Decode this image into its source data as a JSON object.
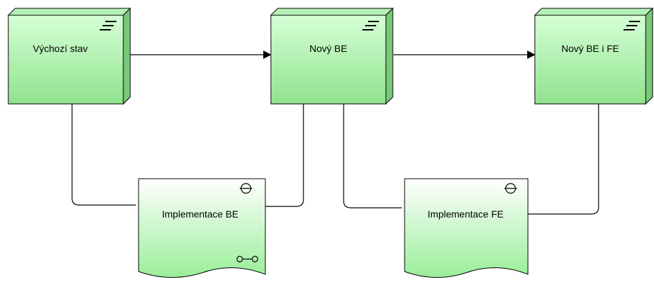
{
  "diagram": {
    "colors": {
      "plateau_fill_top": "#ccffcc",
      "plateau_fill_bottom": "#88e088",
      "plateau_side": "#6fc06f",
      "plateau_top_face": "#a8eca8",
      "work_package_fill_top": "#ffffff",
      "work_package_fill_bottom": "#99ee99",
      "stroke": "#000000",
      "connector": "#000000"
    },
    "plateaus": [
      {
        "id": "plateau-vychozi-stav",
        "label": "Výchozí stav",
        "icon": "plateau-icon"
      },
      {
        "id": "plateau-novy-be",
        "label": "Nový BE",
        "icon": "plateau-icon"
      },
      {
        "id": "plateau-novy-be-i-fe",
        "label": "Nový BE i FE",
        "icon": "plateau-icon"
      }
    ],
    "deliverables": [
      {
        "id": "deliverable-implementace-be",
        "label": "Implementace BE",
        "icons": [
          "interface-icon",
          "realization-icon"
        ]
      },
      {
        "id": "deliverable-implementace-fe",
        "label": "Implementace FE",
        "icons": [
          "interface-icon"
        ]
      }
    ],
    "triggers": [
      {
        "from": "plateau-vychozi-stav",
        "to": "plateau-novy-be"
      },
      {
        "from": "plateau-novy-be",
        "to": "plateau-novy-be-i-fe"
      }
    ],
    "associations": [
      {
        "from": "plateau-vychozi-stav",
        "to": "deliverable-implementace-be"
      },
      {
        "from": "deliverable-implementace-be",
        "to": "plateau-novy-be"
      },
      {
        "from": "plateau-novy-be",
        "to": "deliverable-implementace-fe"
      },
      {
        "from": "deliverable-implementace-fe",
        "to": "plateau-novy-be-i-fe"
      }
    ]
  }
}
